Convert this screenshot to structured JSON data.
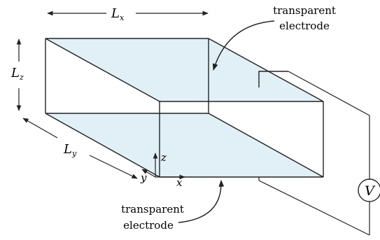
{
  "labels": {
    "Lx": "L",
    "Lx_sub": "x",
    "Ly": "L",
    "Ly_sub": "y",
    "Lz": "L",
    "Lz_sub": "z",
    "axis_x": "x",
    "axis_y": "y",
    "axis_z": "z",
    "voltmeter": "V"
  },
  "callouts": {
    "top_line1": "transparent",
    "top_line2": "electrode",
    "bottom_line1": "transparent",
    "bottom_line2": "electrode"
  },
  "colors": {
    "plate_fill": "#e0f0f6",
    "stroke": "#222222"
  }
}
